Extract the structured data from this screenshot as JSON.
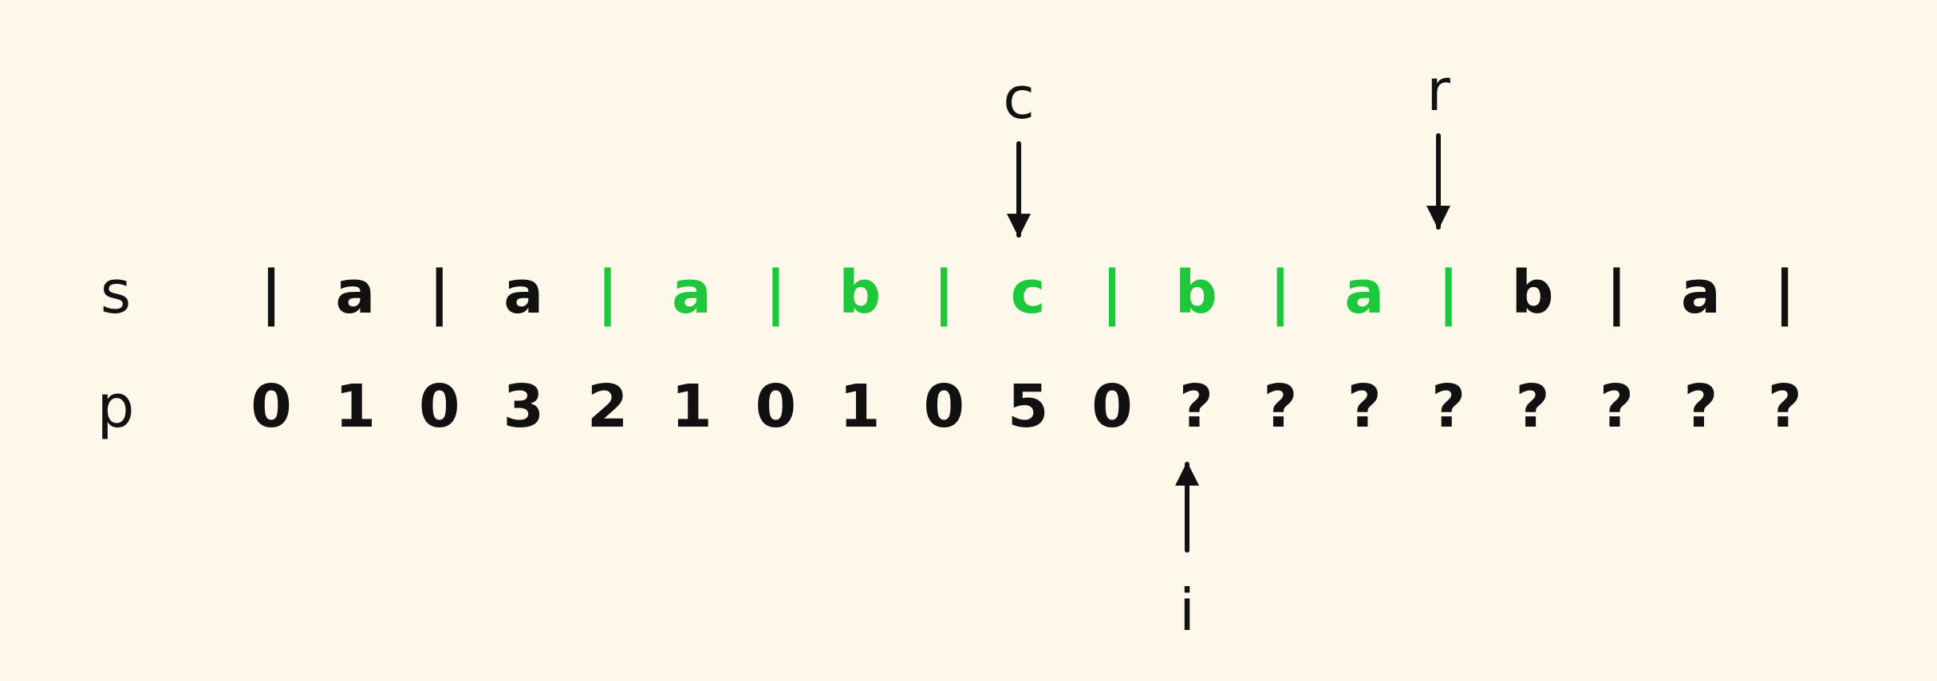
{
  "labels": {
    "s_row": "s",
    "p_row": "p"
  },
  "s": [
    "|",
    "a",
    "|",
    "a",
    "|",
    "a",
    "|",
    "b",
    "|",
    "c",
    "|",
    "b",
    "|",
    "a",
    "|",
    "b",
    "|",
    "a",
    "|"
  ],
  "p": [
    "0",
    "1",
    "0",
    "3",
    "2",
    "1",
    "0",
    "1",
    "0",
    "5",
    "0",
    "?",
    "?",
    "?",
    "?",
    "?",
    "?",
    "?",
    "?"
  ],
  "highlight": {
    "color": "#1ec83c",
    "s_from": 4,
    "s_to": 14
  },
  "pointers": {
    "c": {
      "label": "c",
      "index": 9
    },
    "r": {
      "label": "r",
      "index": 14
    },
    "i": {
      "label": "i",
      "index": 11
    }
  },
  "colors": {
    "background": "#fdf8ea",
    "ink": "#111111"
  }
}
